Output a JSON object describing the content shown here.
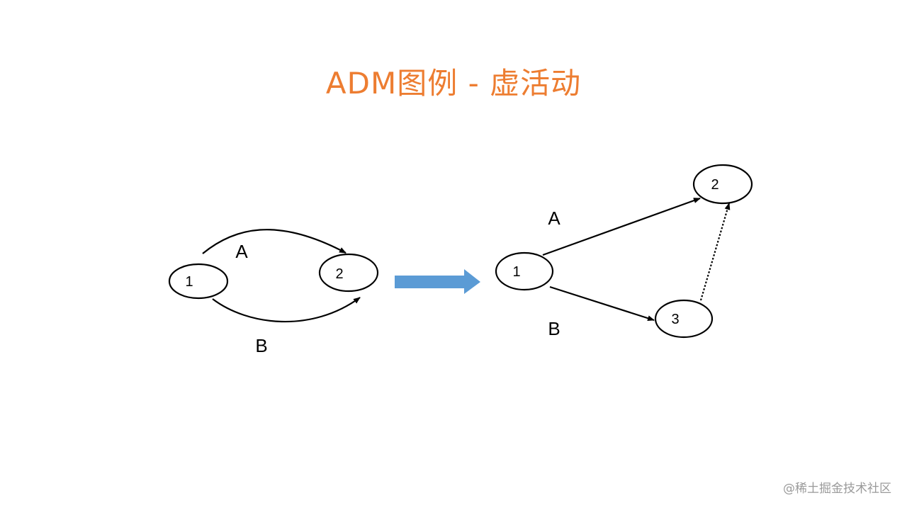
{
  "title": "ADM图例 - 虚活动",
  "colors": {
    "title": "#ED7D31",
    "arrow": "#5B9BD5",
    "line": "#000000"
  },
  "left_diagram": {
    "nodes": {
      "n1": "1",
      "n2": "2"
    },
    "edges": {
      "a": "A",
      "b": "B"
    }
  },
  "transform_arrow_icon": "right-arrow-icon",
  "right_diagram": {
    "nodes": {
      "n1": "1",
      "n2": "2",
      "n3": "3"
    },
    "edges": {
      "a": "A",
      "b": "B"
    },
    "dummy_edge": "dotted"
  },
  "watermark": "@稀土掘金技术社区"
}
